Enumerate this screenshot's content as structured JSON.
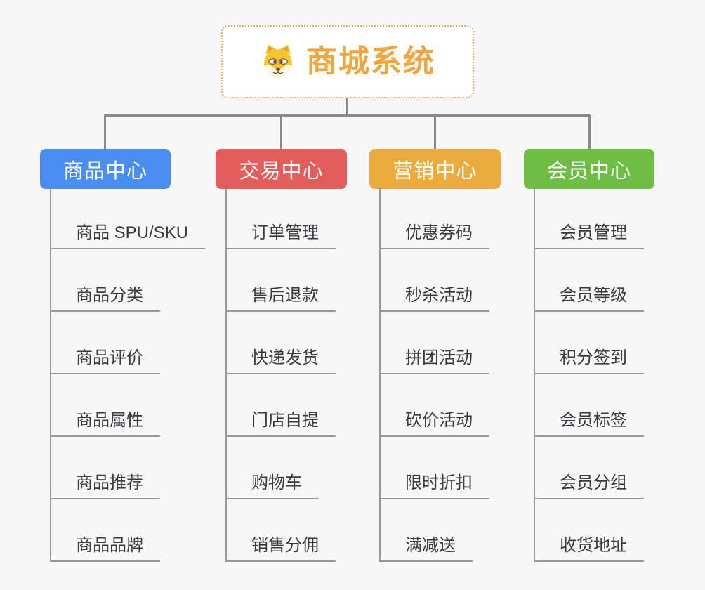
{
  "root": {
    "label": "商城系统",
    "icon": "shiba-dog-icon",
    "text_color": "#f0a63c",
    "border_color": "#f3b05a"
  },
  "branches": [
    {
      "label": "商品中心",
      "color": "#4a8df1",
      "items": [
        "商品 SPU/SKU",
        "商品分类",
        "商品评价",
        "商品属性",
        "商品推荐",
        "商品品牌"
      ]
    },
    {
      "label": "交易中心",
      "color": "#e45d5d",
      "items": [
        "订单管理",
        "售后退款",
        "快递发货",
        "门店自提",
        "购物车",
        "销售分佣"
      ]
    },
    {
      "label": "营销中心",
      "color": "#ecab3d",
      "items": [
        "优惠券码",
        "秒杀活动",
        "拼团活动",
        "砍价活动",
        "限时折扣",
        "满减送"
      ]
    },
    {
      "label": "会员中心",
      "color": "#6ebe45",
      "items": [
        "会员管理",
        "会员等级",
        "积分签到",
        "会员标签",
        "会员分组",
        "收货地址"
      ]
    }
  ],
  "palette": {
    "connector": "#8a8a8a",
    "leaf_line": "#98989c",
    "leaf_text": "#3a3a3e",
    "background": "#f7f7f7"
  }
}
